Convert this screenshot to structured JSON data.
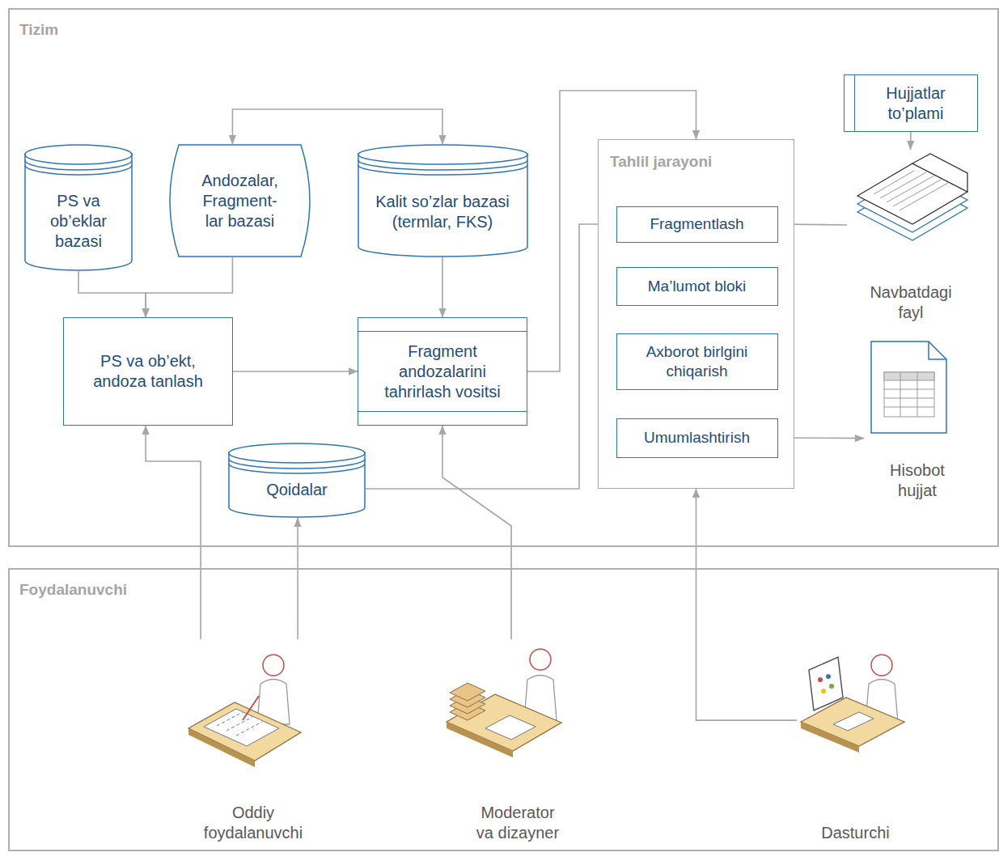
{
  "diagram": {
    "nodes": [
      {
        "text": [
          "Tizim"
        ]
      },
      {
        "text": [
          "PS va ob’eklar bazasi"
        ],
        "in": 0
      },
      {
        "text": [
          "Andozalar, Fragment- lar bazasi"
        ],
        "in": 0
      },
      {
        "text": [
          "Kalit so’zlar bazasi (termlar, FKS)"
        ],
        "in": 0
      },
      {
        "text": [
          "Tahlil jarayoni"
        ],
        "in": 0
      },
      {
        "text": [
          "Hujjatlar to’plami"
        ],
        "in": 0
      },
      {
        "text": [
          "Fragmentlash"
        ],
        "in": 4
      },
      {
        "text": [
          "Ma’lumot bloki"
        ],
        "in": 4
      },
      {
        "text": [
          "Axborot birlgini chiqarish"
        ],
        "in": 4
      },
      {
        "text": [
          "Navbatdagi fayl"
        ],
        "in": 0
      },
      {
        "text": [
          "PS va ob’ekt, andoza tanlash"
        ],
        "in": 0
      },
      {
        "text": [
          "Fragment andozalarini tahrirlash vositsi"
        ],
        "in": 0
      },
      {
        "text": [
          "Umumlashtirish"
        ],
        "in": 4
      },
      {
        "text": [
          "Hisobot hujjat"
        ],
        "in": 0
      },
      {
        "text": [
          "Qoidalar"
        ],
        "in": 0
      },
      {
        "text": [
          "Foydalanuvchi"
        ]
      },
      {
        "text": [
          "Oddiy foydalanuvchi"
        ],
        "in": 15
      },
      {
        "text": [
          "Moderator va dizayner"
        ],
        "in": 15
      },
      {
        "text": [
          "Dasturchi"
        ],
        "in": 15
      }
    ],
    "edges": [
      {
        "from": 2,
        "to": 3,
        "arrow": "both"
      },
      {
        "from": 1,
        "to": 10,
        "arrow": "to"
      },
      {
        "from": 2,
        "to": 10,
        "arrow": "to"
      },
      {
        "from": 3,
        "to": 11,
        "arrow": "to"
      },
      {
        "from": 10,
        "to": 11,
        "arrow": "to"
      },
      {
        "from": 11,
        "to": 4,
        "arrow": "to"
      },
      {
        "from": 14,
        "to": 6,
        "arrow": "to"
      },
      {
        "from": 5,
        "to": 9,
        "arrow": "to"
      },
      {
        "from": 9,
        "to": 6,
        "arrow": "to"
      },
      {
        "from": 6,
        "to": 7,
        "arrow": "to"
      },
      {
        "from": 7,
        "to": 8,
        "arrow": "to"
      },
      {
        "from": 8,
        "to": 12,
        "arrow": "to"
      },
      {
        "from": 12,
        "to": 13,
        "arrow": "to"
      },
      {
        "from": 16,
        "to": 10,
        "arrow": "to"
      },
      {
        "from": 16,
        "to": 14,
        "arrow": "to"
      },
      {
        "from": 17,
        "to": 11,
        "arrow": "to"
      },
      {
        "from": 18,
        "to": 4,
        "arrow": "to"
      }
    ]
  }
}
